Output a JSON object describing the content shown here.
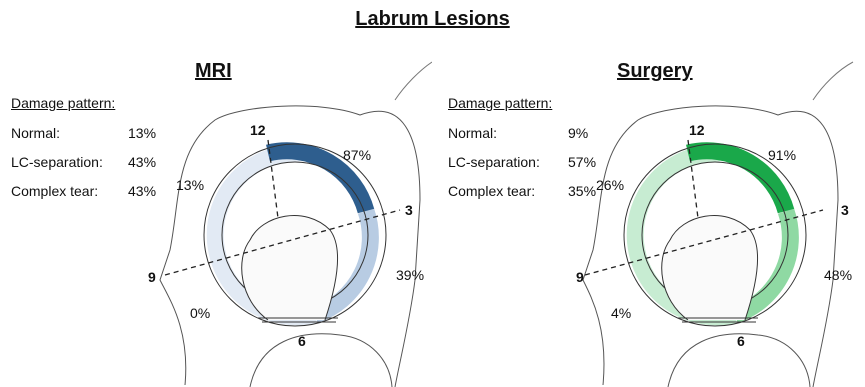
{
  "title": "Labrum Lesions",
  "panels": [
    {
      "id": "mri",
      "title": "MRI",
      "damage_heading": "Damage pattern:",
      "rows": [
        {
          "label": "Normal:",
          "value": "13%"
        },
        {
          "label": "LC-separation:",
          "value": "43%"
        },
        {
          "label": "Complex tear:",
          "value": "43%"
        }
      ],
      "clock_labels": {
        "twelve": "12",
        "three": "3",
        "six": "6",
        "nine": "9"
      },
      "region_percentages": {
        "top_right": "87%",
        "right": "39%",
        "bottom_left": "0%",
        "top_left": "13%"
      },
      "colors": {
        "dark": "#2e5e8e",
        "light": "#b8cce3",
        "lightest": "#e2eaf4"
      }
    },
    {
      "id": "surgery",
      "title": "Surgery",
      "damage_heading": "Damage pattern:",
      "rows": [
        {
          "label": "Normal:",
          "value": "9%"
        },
        {
          "label": "LC-separation:",
          "value": "57%"
        },
        {
          "label": "Complex tear:",
          "value": "35%"
        }
      ],
      "clock_labels": {
        "twelve": "12",
        "three": "3",
        "six": "6",
        "nine": "9"
      },
      "region_percentages": {
        "top_right": "91%",
        "right": "48%",
        "bottom_left": "4%",
        "top_left": "26%"
      },
      "colors": {
        "dark": "#1aa84a",
        "light": "#8fd9a3",
        "lightest": "#c7ecd2"
      }
    }
  ]
}
